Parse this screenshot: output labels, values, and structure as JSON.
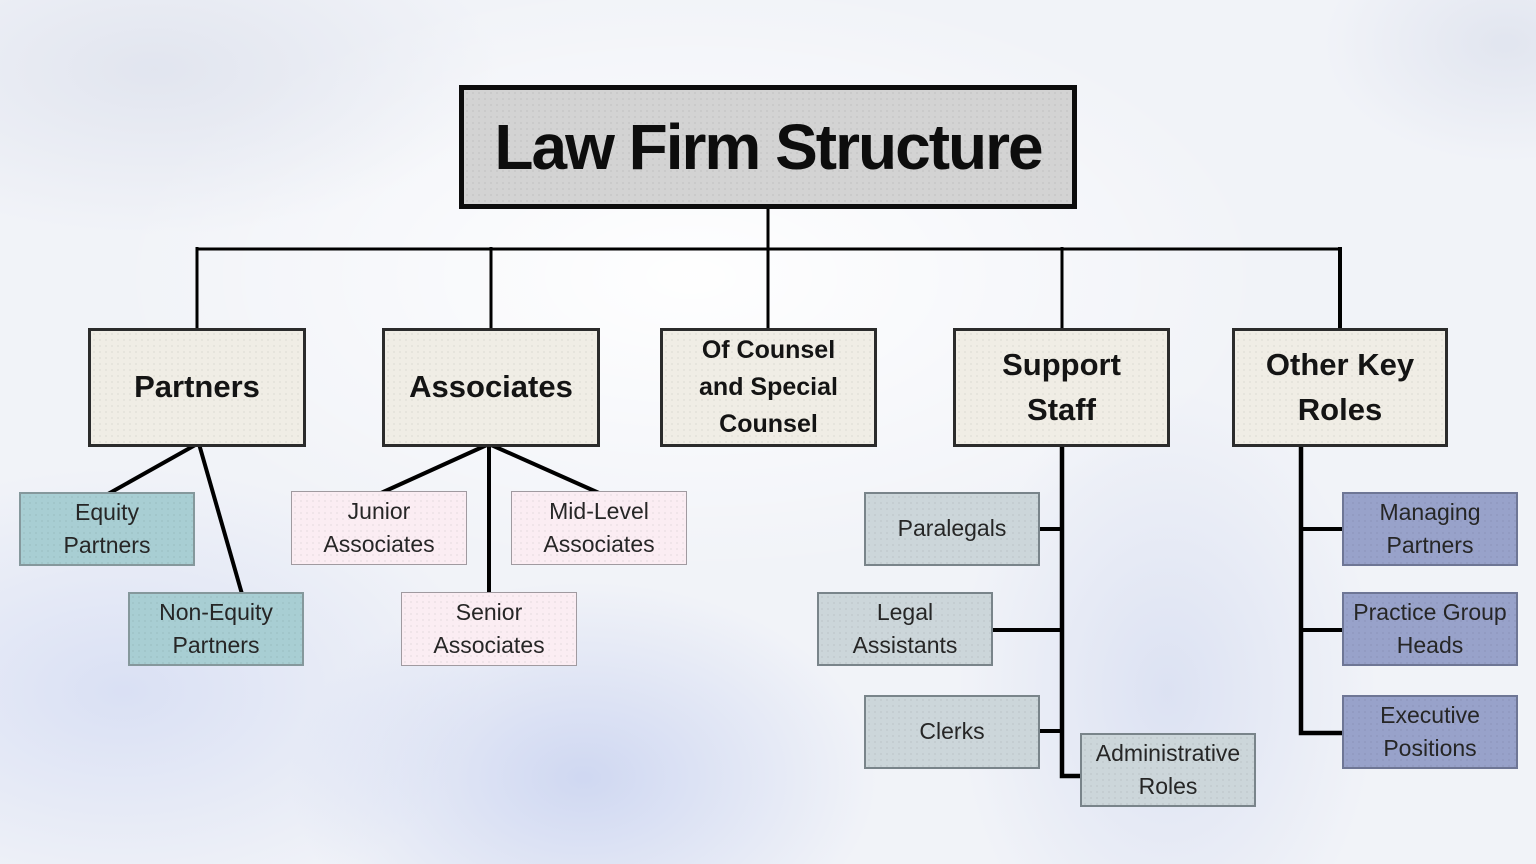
{
  "diagram": {
    "type": "org-chart",
    "title": "Law Firm Structure"
  },
  "nodes": {
    "title": "Law Firm Structure",
    "partners": "Partners",
    "associates": "Associates",
    "of_counsel": "Of Counsel\nand Special\nCounsel",
    "support_staff": "Support\nStaff",
    "other_key_roles": "Other Key\nRoles",
    "equity_partners": "Equity\nPartners",
    "non_equity_partners": "Non-Equity\nPartners",
    "junior_associates": "Junior\nAssociates",
    "mid_level_associates": "Mid-Level\nAssociates",
    "senior_associates": "Senior\nAssociates",
    "paralegals": "Paralegals",
    "legal_assistants": "Legal\nAssistants",
    "clerks": "Clerks",
    "administrative_roles": "Administrative\nRoles",
    "managing_partners": "Managing\nPartners",
    "practice_group_heads": "Practice Group\nHeads",
    "executive_positions": "Executive\nPositions"
  },
  "hierarchy": {
    "Law Firm Structure": {
      "Partners": [
        "Equity Partners",
        "Non-Equity Partners"
      ],
      "Associates": [
        "Junior Associates",
        "Mid-Level Associates",
        "Senior Associates"
      ],
      "Of Counsel and Special Counsel": [],
      "Support Staff": [
        "Paralegals",
        "Legal Assistants",
        "Clerks",
        "Administrative Roles"
      ],
      "Other Key Roles": [
        "Managing Partners",
        "Practice Group Heads",
        "Executive Positions"
      ]
    }
  },
  "colors": {
    "background": "#f1f3f8",
    "watercolor_wash": "#dfe4f5",
    "title_fill": "#d3d3d3",
    "title_border": "#0c0c0c",
    "level2_fill": "#f0ede5",
    "level2_border": "#2b2b2b",
    "partners_children_fill": "#a8ced3",
    "associates_children_fill": "#fbedf3",
    "support_children_fill": "#ccd6da",
    "other_children_fill": "#98a2ca",
    "connector": "#000000",
    "text": "#1a1a1a"
  }
}
